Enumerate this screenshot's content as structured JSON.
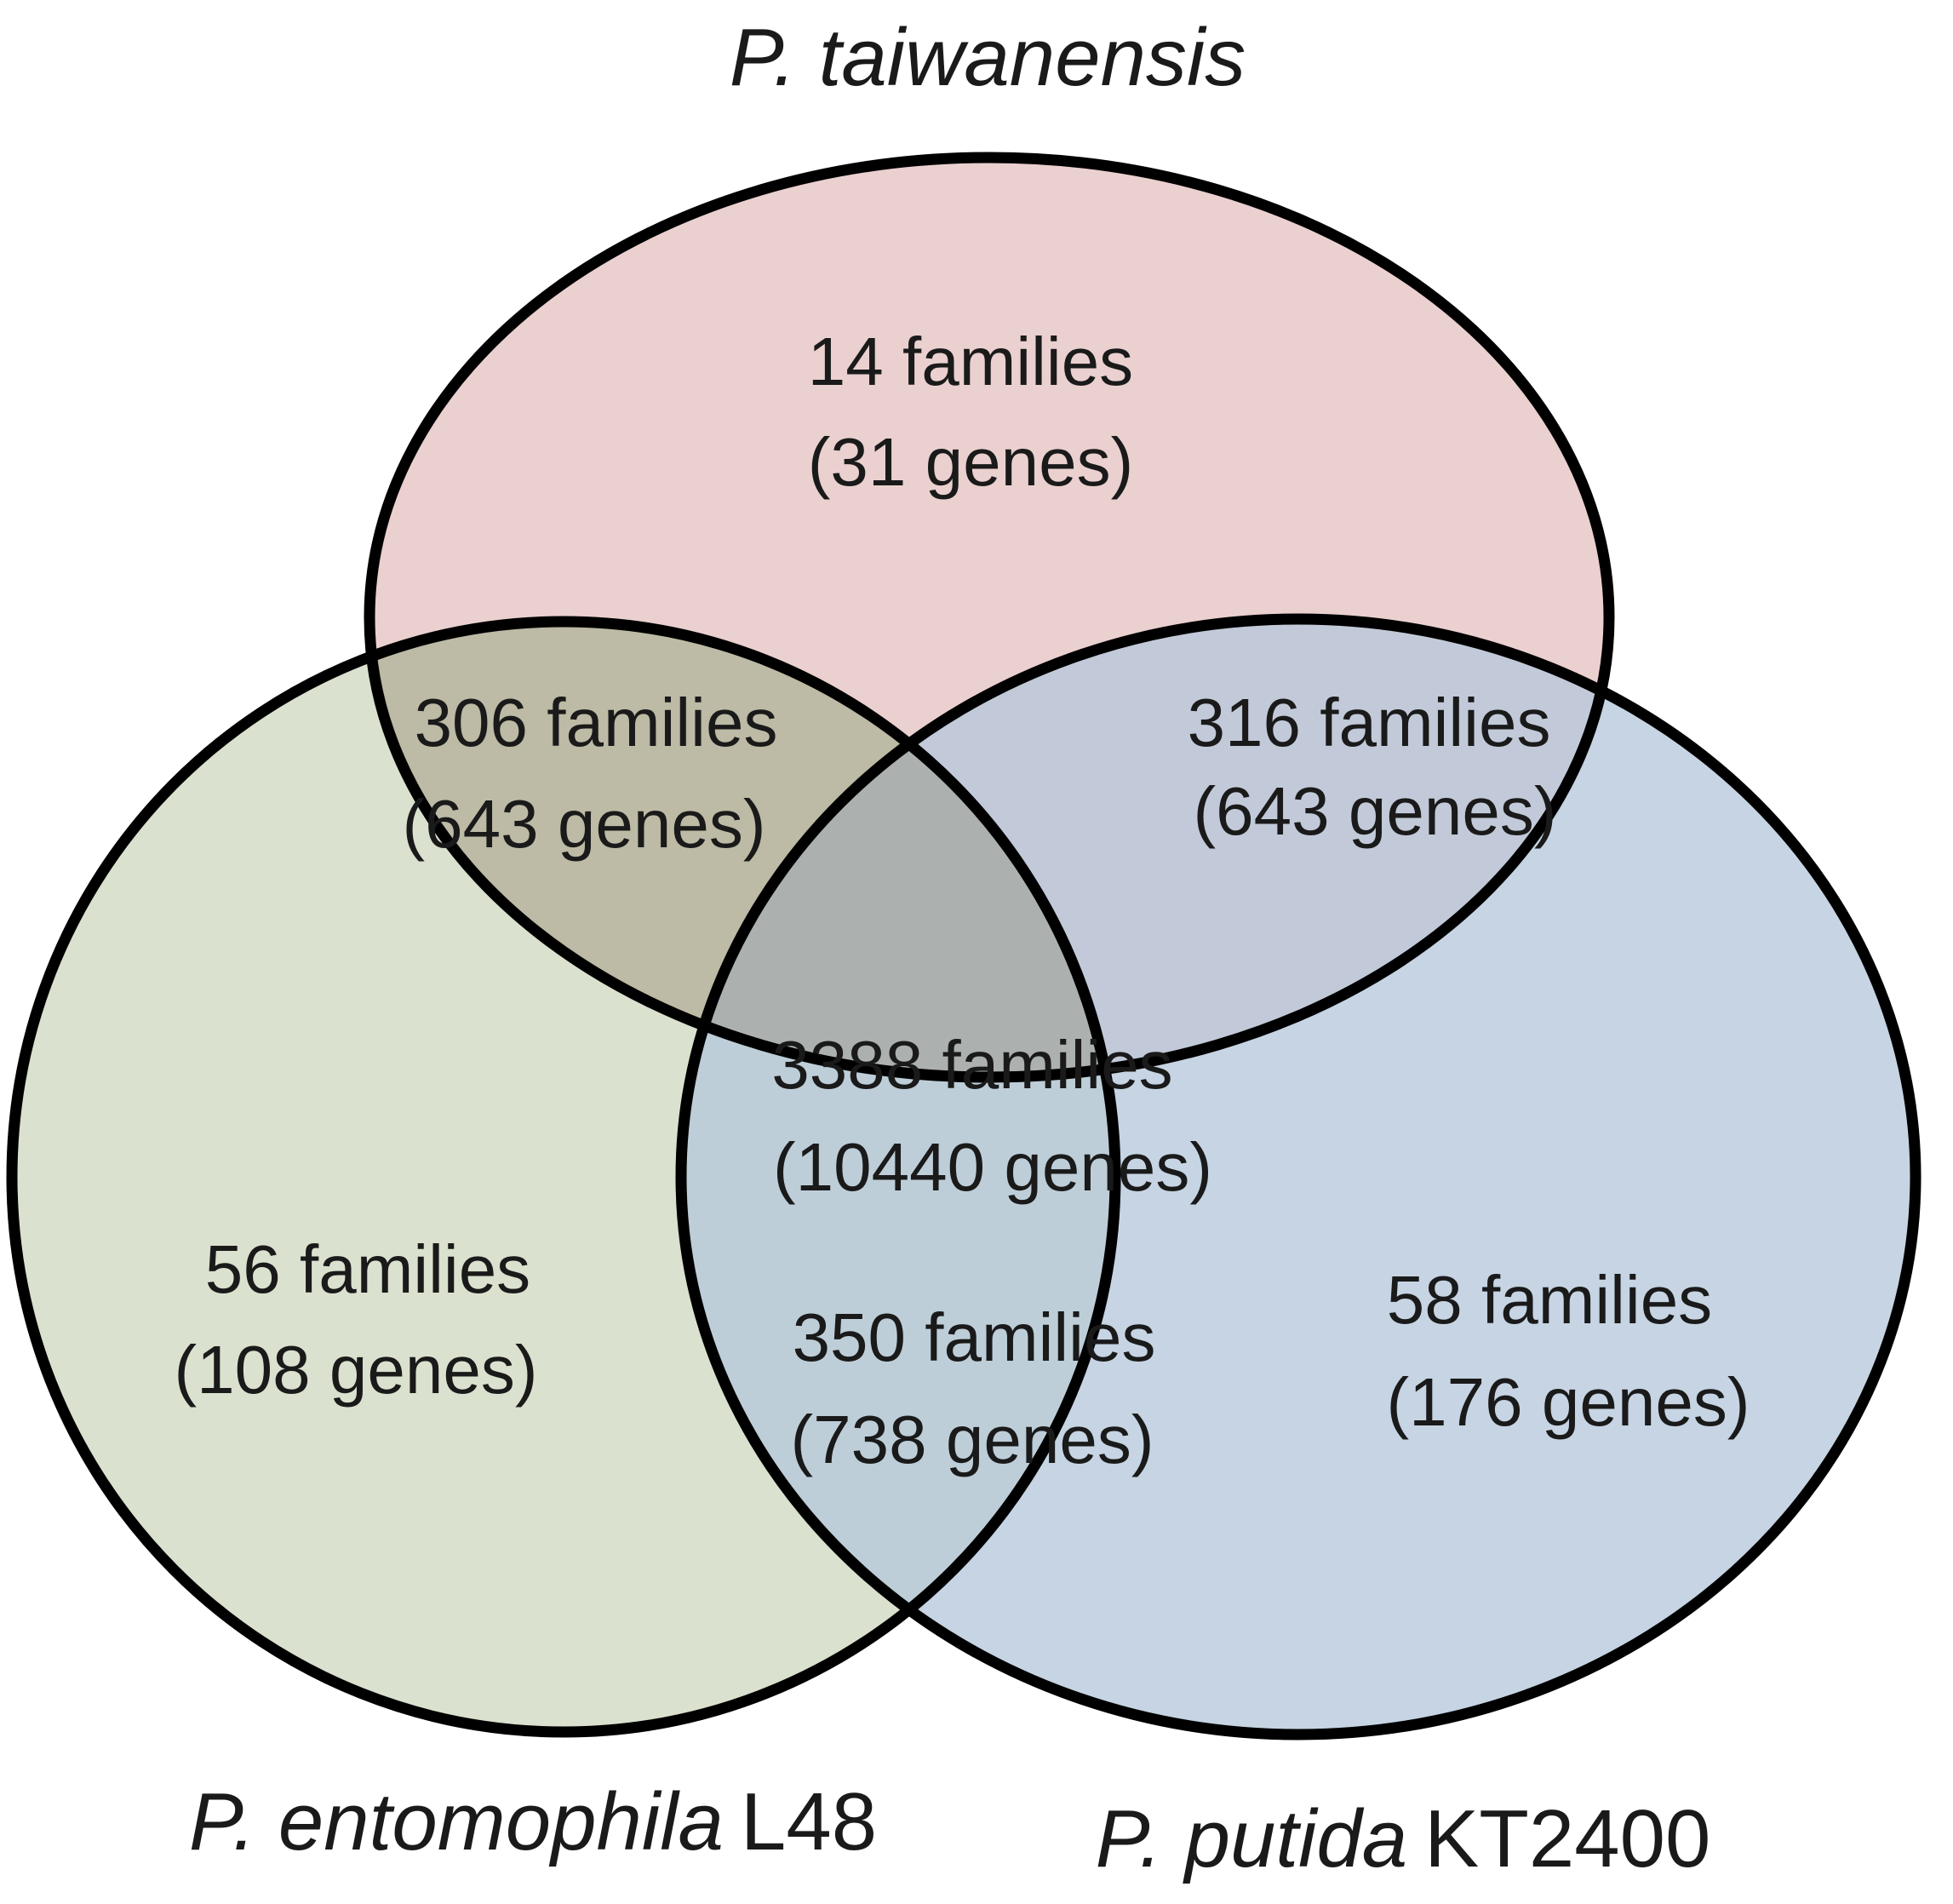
{
  "sets": [
    {
      "id": "taiwanensis",
      "label_italic": "P. taiwanensis",
      "label_roman": "",
      "fill": "#e8c8c8"
    },
    {
      "id": "entomophila",
      "label_italic": "P. entomophila",
      "label_roman": "L48",
      "fill": "#d4dcc6"
    },
    {
      "id": "putida",
      "label_italic": "P. putida",
      "label_roman": "KT2400",
      "fill": "#b6c8db"
    }
  ],
  "regions": {
    "taiwanensis_only": {
      "families": "14 families",
      "genes": "(31 genes)"
    },
    "taiwanensis_entomophila": {
      "families": "306 families",
      "genes": "(643 genes)"
    },
    "taiwanensis_putida": {
      "families": "316 families",
      "genes": "(643 genes)"
    },
    "all_three": {
      "families": "3388 families",
      "genes": "(10440 genes)"
    },
    "entomophila_only": {
      "families": "56 families",
      "genes": "(108 genes)"
    },
    "entomophila_putida": {
      "families": "350 families",
      "genes": "(738 genes)"
    },
    "putida_only": {
      "families": "58 families",
      "genes": "(176 genes)"
    }
  }
}
